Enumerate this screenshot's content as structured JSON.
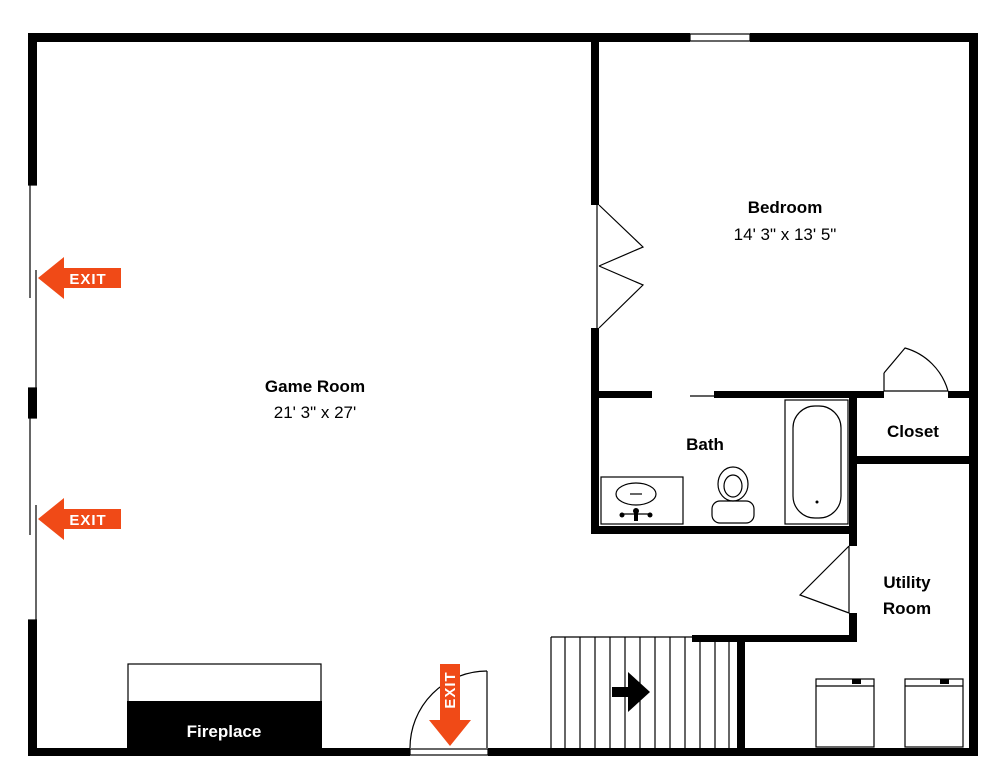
{
  "rooms": {
    "game_room": {
      "name": "Game Room",
      "dimensions": "21' 3\" x 27'"
    },
    "bedroom": {
      "name": "Bedroom",
      "dimensions": "14' 3\" x 13' 5\""
    },
    "bath": {
      "name": "Bath"
    },
    "closet": {
      "name": "Closet"
    },
    "utility_room": {
      "name_line1": "Utility",
      "name_line2": "Room"
    },
    "fireplace": {
      "name": "Fireplace"
    }
  },
  "exits": {
    "label": "EXIT"
  },
  "colors": {
    "exit_arrow": "#f04a17",
    "walls": "#000000",
    "background": "#ffffff"
  }
}
